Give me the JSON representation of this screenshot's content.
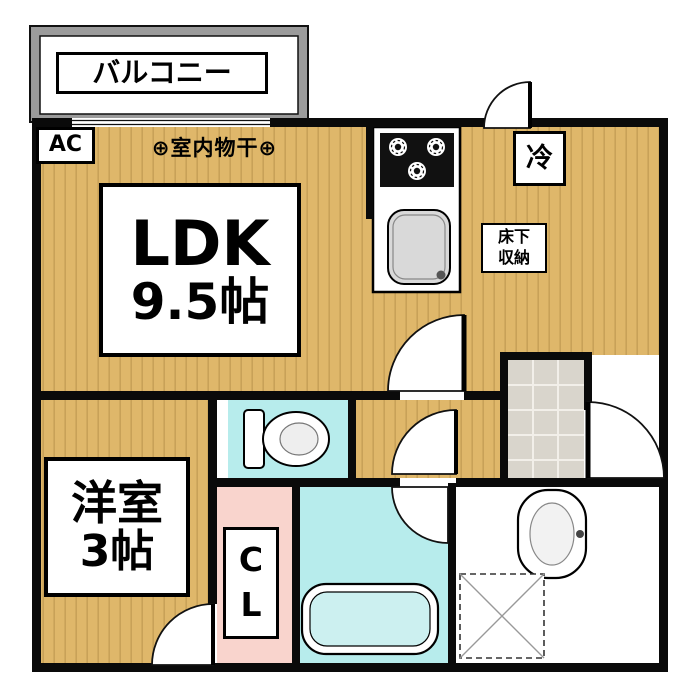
{
  "colors": {
    "floor_wood": "#dfb76a",
    "floor_wood_stripe": "#c8a158",
    "floor_wet": "#b7ecec",
    "floor_closet": "#f9d4cd",
    "floor_tile": "#d9d5cc",
    "wall": "#0a0a0a",
    "balcony_gray": "#9b9b9b"
  },
  "labels": {
    "balcony": "バルコニー",
    "ac": "AC",
    "indoor_drying": "⊕室内物干⊕",
    "ldk_name": "LDK",
    "ldk_size": "9.5帖",
    "fridge": "冷",
    "underfloor_line1": "床下",
    "underfloor_line2": "収納",
    "western_room_name": "洋室",
    "western_room_size": "3帖",
    "closet_line1": "C",
    "closet_line2": "L"
  }
}
